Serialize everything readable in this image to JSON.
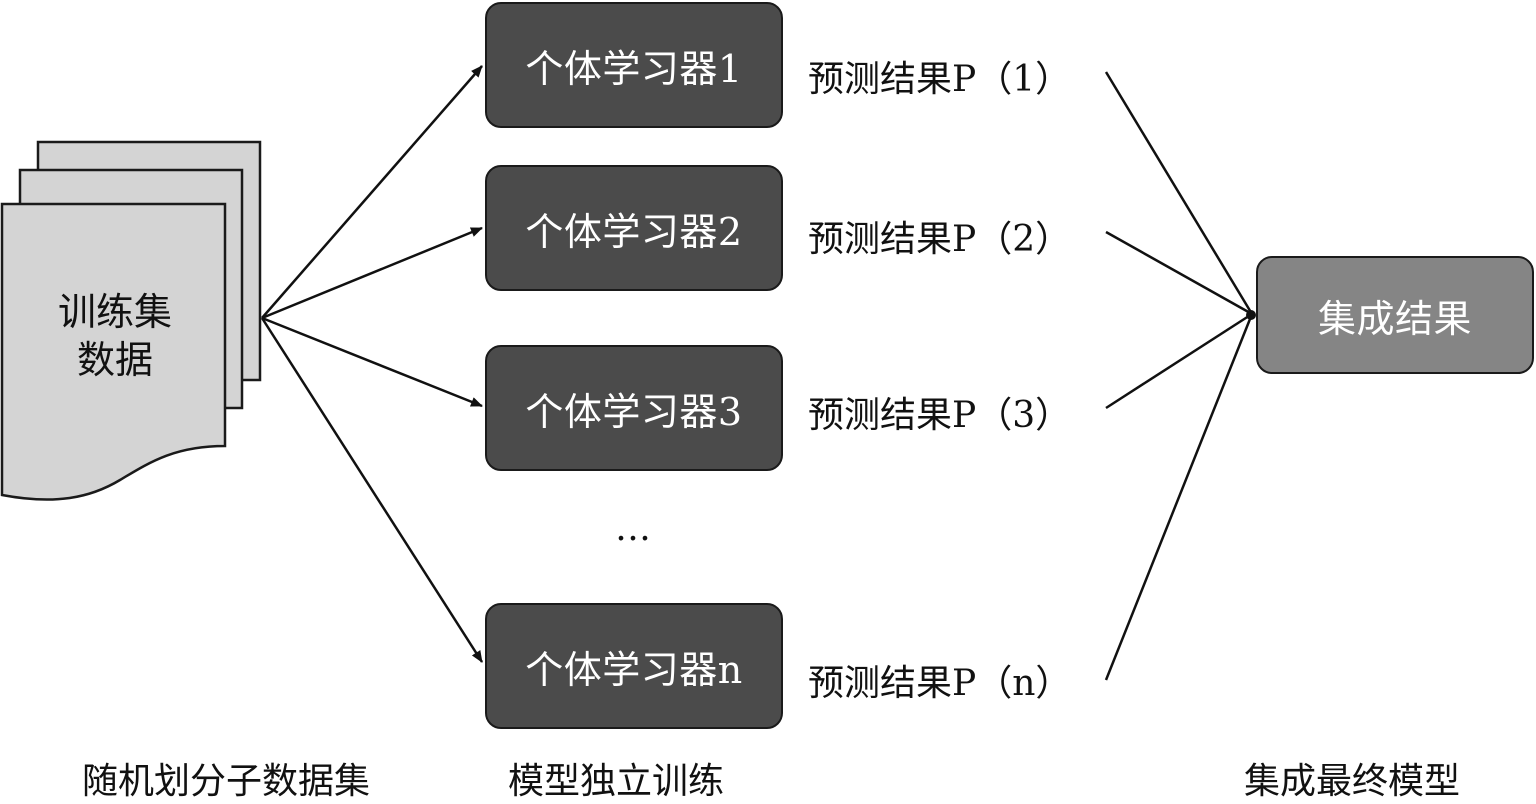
{
  "dataset": {
    "label_line1": "训练集",
    "label_line2": "数据"
  },
  "learners": [
    {
      "label": "个体学习器1",
      "prediction": "预测结果P（1）"
    },
    {
      "label": "个体学习器2",
      "prediction": "预测结果P（2）"
    },
    {
      "label": "个体学习器3",
      "prediction": "预测结果P（3）"
    },
    {
      "label": "个体学习器n",
      "prediction": "预测结果P（n）"
    }
  ],
  "ellipsis": "…",
  "result": {
    "label": "集成结果"
  },
  "stages": {
    "split": "随机划分子数据集",
    "train": "模型独立训练",
    "ensemble": "集成最终模型"
  },
  "colors": {
    "learner_fill": "#4b4b4b",
    "result_fill": "#858585",
    "document_fill": "#d4d4d4",
    "line": "#111111"
  }
}
